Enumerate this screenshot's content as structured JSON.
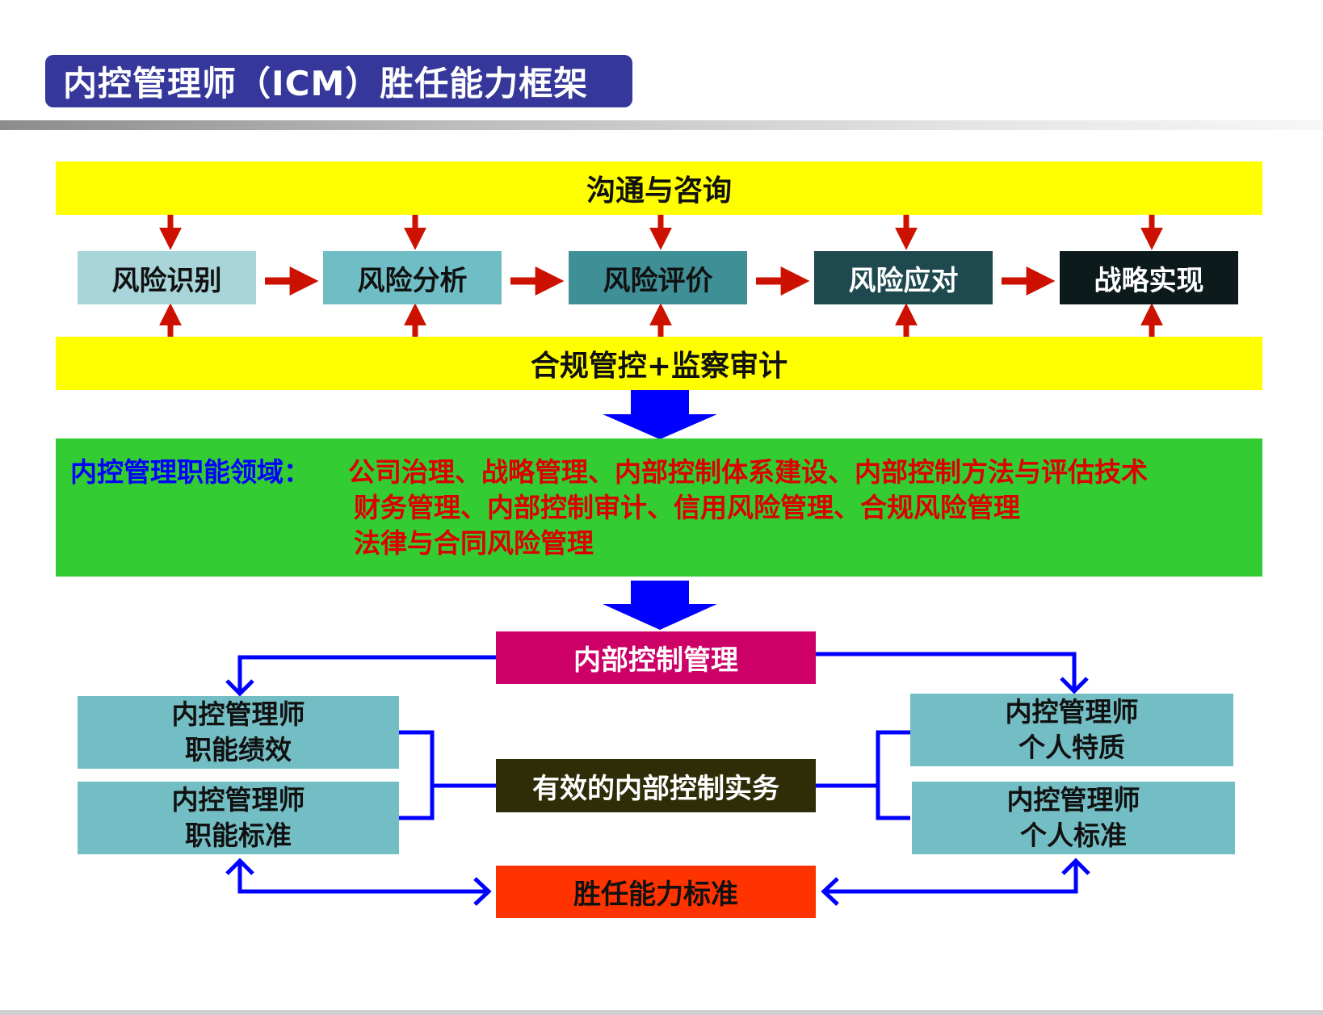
{
  "title": "内控管理师（ICM）胜任能力框架",
  "top_band": "沟通与咨询",
  "bottom_band": "合规管控+监察审计",
  "risk_steps": [
    {
      "label": "风险识别",
      "bg": "#a8d5d9",
      "fg": "#111111"
    },
    {
      "label": "风险分析",
      "bg": "#6fbec6",
      "fg": "#111111"
    },
    {
      "label": "风险评价",
      "bg": "#3f8f97",
      "fg": "#111111"
    },
    {
      "label": "风险应对",
      "bg": "#1e4a4f",
      "fg": "#ffffff"
    },
    {
      "label": "战略实现",
      "bg": "#0d1a1c",
      "fg": "#ffffff"
    }
  ],
  "functions": {
    "label": "内控管理职能领域：",
    "lines": [
      "公司治理、战略管理、内部控制体系建设、内部控制方法与评估技术",
      "财务管理、内部控制审计、信用风险管理、合规风险管理",
      "法律与合同风险管理"
    ]
  },
  "center": {
    "top": {
      "label": "内部控制管理",
      "bg": "#cc0066",
      "fg": "#ffffff"
    },
    "middle": {
      "label": "有效的内部控制实务",
      "bg": "#2f2c08",
      "fg": "#ffffff"
    },
    "bottom": {
      "label": "胜任能力标准",
      "bg": "#ff3300",
      "fg": "#111111"
    }
  },
  "left_boxes": [
    {
      "line1": "内控管理师",
      "line2": "职能绩效"
    },
    {
      "line1": "内控管理师",
      "line2": "职能标准"
    }
  ],
  "right_boxes": [
    {
      "line1": "内控管理师",
      "line2": "个人特质"
    },
    {
      "line1": "内控管理师",
      "line2": "个人标准"
    }
  ],
  "colors": {
    "title_bg": "#35379a",
    "band_yellow": "#ffff00",
    "green_panel": "#33cc33",
    "function_label": "#0000ff",
    "function_text": "#dd0000",
    "side_box": "#73bec4",
    "red_arrow": "#cc1100",
    "blue_arrow": "#0000ff"
  }
}
